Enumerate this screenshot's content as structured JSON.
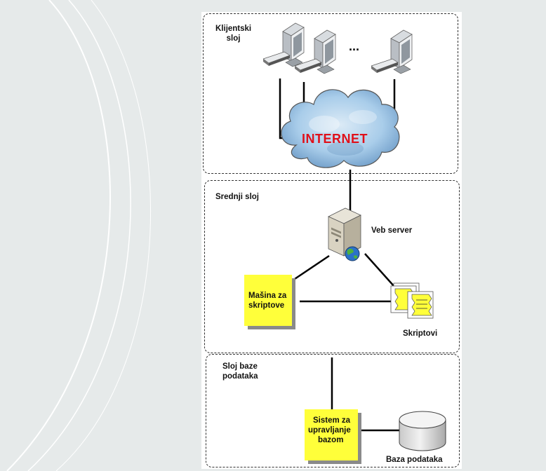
{
  "layers": {
    "client": {
      "label": "Klijentski sloj",
      "label_lines": [
        "Klijentski",
        "sloj"
      ]
    },
    "middle": {
      "label": "Srednji sloj"
    },
    "database": {
      "label": "Sloj baze podataka",
      "label_lines": [
        "Sloj baze",
        "podataka"
      ]
    }
  },
  "client": {
    "ellipsis": "...",
    "internet": "INTERNET"
  },
  "middle": {
    "web_server": "Veb server",
    "script_engine": {
      "lines": [
        "Mašina za",
        "skriptove"
      ]
    },
    "scripts": "Skriptovi"
  },
  "database": {
    "dbms": {
      "lines": [
        "Sistem za",
        "upravljanje",
        "bazom"
      ]
    },
    "db": "Baza podataka"
  },
  "colors": {
    "note": "#ffff3a",
    "internet_text": "#e0101a",
    "cloud": "#a9cdea",
    "background": "#e6eaea"
  }
}
